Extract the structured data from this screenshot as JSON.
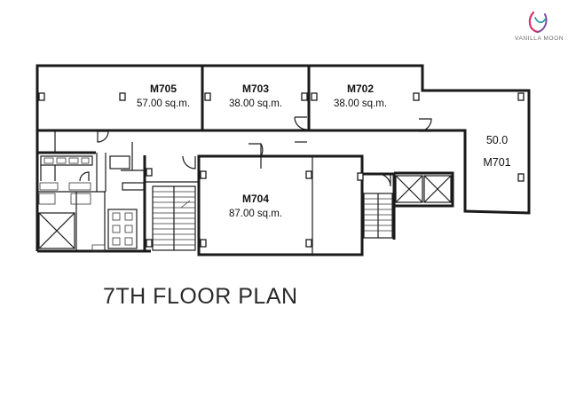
{
  "brand": {
    "name": "VANILLA MOON",
    "logo_icon": "vanilla-moon-swirl-icon",
    "colors": {
      "pink": "#d6336c",
      "purple": "#7b4fa0",
      "teal": "#2f9aa8"
    }
  },
  "plan_title": "7TH FLOOR PLAN",
  "units": [
    {
      "id": "M705",
      "area": "57.00 sq.m."
    },
    {
      "id": "M703",
      "area": "38.00 sq.m."
    },
    {
      "id": "M702",
      "area": "38.00 sq.m."
    },
    {
      "id": "M704",
      "area": "87.00 sq.m."
    },
    {
      "id": "M701",
      "area": "50.0"
    }
  ]
}
